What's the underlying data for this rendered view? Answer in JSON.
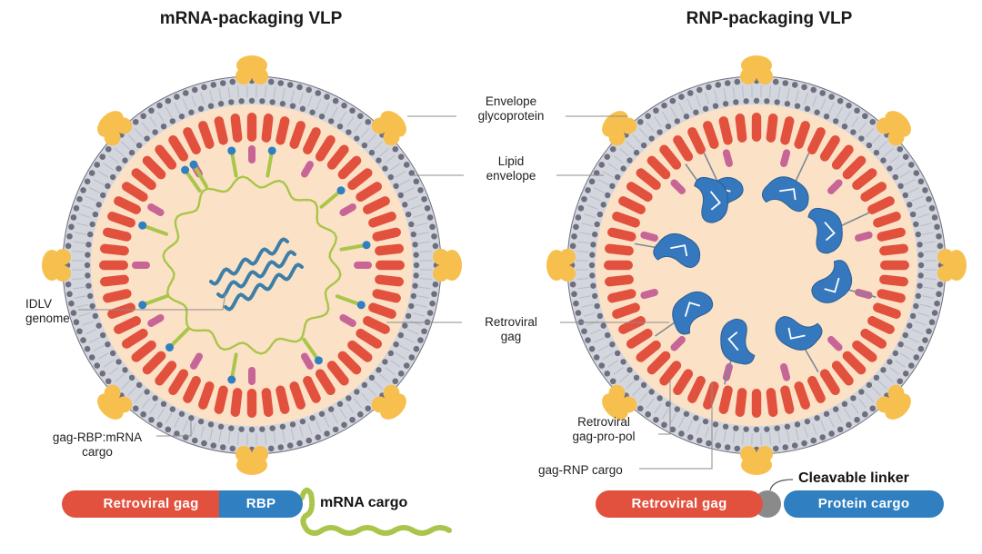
{
  "titles": {
    "left": "mRNA-packaging VLP",
    "right": "RNP-packaging VLP"
  },
  "labels": {
    "envelope_glycoprotein": "Envelope\nglycoprotein",
    "lipid_envelope": "Lipid\nenvelope",
    "retroviral_gag": "Retroviral\ngag",
    "idlv_genome": "IDLV\ngenome",
    "gag_rbp_mrna_cargo": "gag-RBP:mRNA\ncargo",
    "retroviral_gag_pro_pol": "Retroviral\ngag-pro-pol",
    "gag_rnp_cargo": "gag-RNP cargo"
  },
  "constructs": {
    "left": {
      "gag": "Retroviral gag",
      "rbp": "RBP",
      "cargo": "mRNA cargo"
    },
    "right": {
      "gag": "Retroviral gag",
      "linker": "Cleavable linker",
      "cargo": "Protein cargo"
    }
  },
  "colors": {
    "gag_red": "#e2513e",
    "rbp_blue": "#2f7fc1",
    "lumen": "#fbe2c6",
    "glycoprotein": "#f7c04e",
    "lipid_head": "#6d6f7f",
    "lipid_tail": "#d4d6de",
    "mrna_green": "#a9c54a",
    "rnp_blue": "#3578bd",
    "genome_blue": "#3d7ea8",
    "pro_pol_pink": "#c76597",
    "linker_gray": "#8a8a8a"
  }
}
